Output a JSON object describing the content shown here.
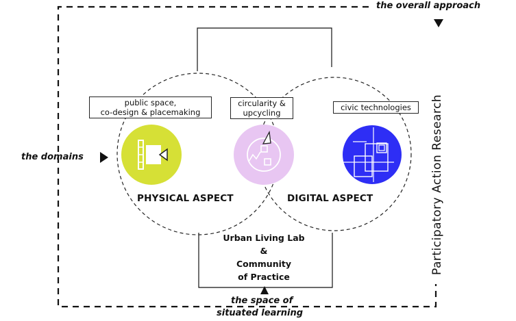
{
  "labels": {
    "overall_approach": "the overall approach",
    "domains": "the domains",
    "space_line1": "the space of",
    "space_line2": "situated learning",
    "vertical": "Participatory Action Research"
  },
  "boxes": {
    "physical_line1": "public space,",
    "physical_line2": "co-design & placemaking",
    "circular_line1": "circularity &",
    "circular_line2": "upcycling",
    "civic": "civic technologies"
  },
  "aspects": {
    "physical": "PHYSICAL ASPECT",
    "digital": "DIGITAL ASPECT"
  },
  "center": {
    "line1": "Urban Living Lab",
    "line2": "&",
    "line3": "Community",
    "line4": "of Practice"
  },
  "colors": {
    "physical_fill": "#d6e036",
    "circular_fill": "#e8c6f2",
    "digital_fill": "#2e2ef5"
  }
}
